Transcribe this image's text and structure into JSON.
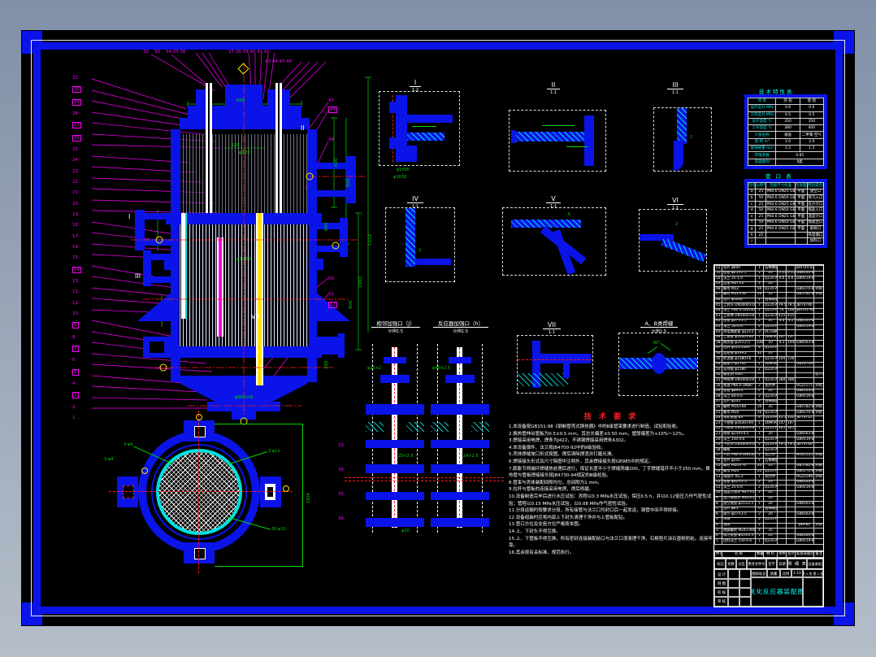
{
  "palette": {
    "accent_blue": "#0a14e8",
    "magenta": "#ff00ff",
    "green": "#00d400",
    "cyan": "#00ffff",
    "red": "#ff1a1a"
  },
  "main_view": {
    "left_items": [
      "31",
      "30",
      "29",
      "28",
      "27",
      "26",
      "25",
      "24",
      "23",
      "22",
      "21",
      "20",
      "19",
      "18",
      "17",
      "16",
      "15",
      "14",
      "13",
      "12",
      "11",
      "10",
      "9",
      "8",
      "7",
      "6",
      "5",
      "4",
      "3",
      "2",
      "1"
    ],
    "top_items_1": "32    33    34 35 36",
    "top_items_2": "37 38 39 40 41 42",
    "top_items_3": "43 44 45 46",
    "right_items": [
      "47",
      "48",
      "49",
      "50",
      "51",
      "52"
    ],
    "marks": {
      "m1": "I",
      "m2": "II",
      "m3": "III",
      "m7": "VII"
    },
    "dims": {
      "d600": "600",
      "d900": "900",
      "d1900": "1900",
      "d5110": "5110",
      "d650": "650",
      "d320": "320",
      "d1200": "φ1200",
      "d640": "640",
      "d800": "800",
      "d300": "300",
      "outlet": "φ600×8",
      "top_dia": "φ120"
    }
  },
  "details": [
    {
      "num": "I",
      "scale": "1:2"
    },
    {
      "num": "II",
      "scale": "1:1"
    },
    {
      "num": "III",
      "scale": "1:1"
    },
    {
      "num": "IV",
      "scale": "1:1"
    },
    {
      "num": "V",
      "scale": "1:1"
    },
    {
      "num": "VI",
      "scale": "1:1"
    },
    {
      "num": "VII",
      "scale": "1:1"
    },
    {
      "num": "A、B类焊缝",
      "scale": "比例1:5"
    }
  ],
  "detail_dims": {
    "i_d1": "φ1590",
    "i_d2": "φ1630",
    "ab_angle": "60°",
    "small2": "2",
    "small6": "6"
  },
  "tube_views": {
    "left": {
      "title": "相邻加强口（J）",
      "scale": "比例1:5",
      "l1": "φ25×2",
      "l2": "25×2.5",
      "l3": "φ10"
    },
    "right": {
      "title": "反应器加强口（h）",
      "scale": "比例1:5",
      "l1": "φ45×2.5",
      "l2": "24×2.5"
    },
    "callouts": [
      "33",
      "34",
      "35",
      "36"
    ]
  },
  "circle_view": {
    "lab1": "3-φ4",
    "lab2": "3-φ4",
    "lab3": "3-φ11",
    "lab4": "30-φ11",
    "dim": "1900"
  },
  "tech_table": {
    "title": "技术特性表",
    "headers": [
      "项  目",
      "壳 程",
      "管 程"
    ],
    "rows": [
      [
        "设计压力 MPa",
        "0.6",
        "0.6"
      ],
      [
        "工作压力 MPa",
        "0.5",
        "0.5"
      ],
      [
        "设计温度 ℃",
        "350",
        "350"
      ],
      [
        "工作温度 ℃",
        "380",
        "400"
      ],
      [
        "介质名称",
        "熔盐",
        "二甲苯·空气"
      ],
      [
        "容 积 m³",
        "2.0",
        "2.0"
      ],
      [
        "腐蚀裕量 mm",
        "1.5",
        "1.5"
      ]
    ],
    "merged": [
      [
        "焊缝系数",
        "0.85"
      ],
      [
        "容器类别",
        "Ⅱ类"
      ]
    ]
  },
  "nozzle_table": {
    "title": "管 口 表",
    "headers": [
      "符号",
      "公称尺寸",
      "连接尺寸标准",
      "连接面形式",
      "用途或名称"
    ],
    "rows": [
      [
        "a",
        "25",
        "PN0.6 DN25 GB9119",
        "平面",
        "放空口"
      ],
      [
        "b",
        "50",
        "PN0.6 DN50 GB9119",
        "平面",
        "蒸汽入口"
      ],
      [
        "c",
        "25",
        "PN0.6 DN25 GB9119",
        "平面",
        "压力计口"
      ],
      [
        "d",
        "50",
        "PN0.6 DN50 GB9119",
        "平面",
        "熔盐入口"
      ],
      [
        "e",
        "25",
        "PN0.6 DN25 GB9119",
        "平面",
        "温度计口"
      ],
      [
        "f",
        "50",
        "PN0.6 DN50 GB9119",
        "平面",
        "熔盐出口"
      ],
      [
        "g",
        "25",
        "PN0.6 DN25 GB9119",
        "平面",
        "取样口"
      ],
      [
        "h",
        "25",
        "",
        "",
        "热电偶口"
      ],
      [
        "j",
        "",
        "",
        "",
        "加料口"
      ]
    ]
  },
  "bom": {
    "header": [
      "件号",
      "名  称",
      "数量",
      "材 料",
      "单件",
      "总计",
      "标准或规范",
      "备注"
    ],
    "rows": [
      [
        "52",
        "垫片 φ600",
        "1",
        "石棉橡胶板",
        "",
        "",
        "JB4704-92",
        ""
      ],
      [
        "51",
        "接管 φ25×2.5",
        "1",
        "20",
        "0.15",
        "0.15",
        "GB8163-87",
        ""
      ],
      [
        "50",
        "法兰 25-1.0",
        "1",
        "Q235-A",
        "0.6",
        "0.6",
        "GB9119-88",
        ""
      ],
      [
        "49",
        "丝堵 M27×2",
        "1",
        "20",
        "",
        "",
        "",
        ""
      ],
      [
        "48",
        "螺母 M12",
        "56",
        "Q235-A",
        "",
        "",
        "GB6170-86",
        "外购"
      ],
      [
        "47",
        "螺栓 M12×50",
        "56",
        "35",
        "",
        "",
        "GB5782-86",
        "外购"
      ],
      [
        "46",
        "垫片 φ1630",
        "2",
        "石棉橡胶板",
        "",
        "",
        "",
        ""
      ],
      [
        "45",
        "上封头 DN1600×10",
        "1",
        "Q235-A",
        "79.5",
        "79.5",
        "JB/T4746",
        ""
      ],
      [
        "44",
        "法兰 PN0.6 DN1600",
        "2",
        "Q235-A",
        "74",
        "148",
        "JB4701-92",
        ""
      ],
      [
        "43",
        "上筒体 DN1600×8",
        "1",
        "Q235-A",
        "415",
        "415",
        "",
        ""
      ],
      [
        "42",
        "接管 φ57×3.5",
        "2",
        "20",
        "4.6",
        "9.2",
        "GB8163-87",
        ""
      ],
      [
        "41",
        "法兰 50-0.6",
        "2",
        "Q235-A",
        "",
        "",
        "GB9119-88",
        ""
      ],
      [
        "40",
        "热电偶套管 φ22×2",
        "3",
        "0Cr18Ni9",
        "",
        "",
        "",
        ""
      ],
      [
        "39",
        "上管板 φ1630×60",
        "1",
        "16MnR",
        "147",
        "147",
        "",
        ""
      ],
      [
        "38",
        "换热管 φ25×2.5",
        "336",
        "10",
        "4.3",
        "1445",
        "GB8163-87",
        ""
      ],
      [
        "37",
        "拉杆 φ12×1000",
        "8",
        "Q235-A",
        "",
        "",
        "",
        ""
      ],
      [
        "36",
        "定距管 φ19×2",
        "32",
        "10",
        "",
        "",
        "",
        ""
      ],
      [
        "35",
        "折流板 φ1580×6",
        "7",
        "Q235-A",
        "104",
        "728",
        "",
        ""
      ],
      [
        "34",
        "膨胀节 φ1700",
        "1",
        "16MnR",
        "",
        "",
        "GB16749-97",
        ""
      ],
      [
        "33",
        "支持板 φ1580",
        "2",
        "Q235-A",
        "",
        "",
        "",
        ""
      ],
      [
        "32",
        "催化剂 V₂O₅",
        "—",
        "",
        "",
        "",
        "",
        "装入管内"
      ],
      [
        "31",
        "中筒体 DN1600×8",
        "1",
        "Q235-A",
        "388",
        "388",
        "",
        ""
      ],
      [
        "30",
        "视镜 PN0.6 DN80",
        "2",
        "组合件",
        "",
        "",
        "HG21575",
        "外购"
      ],
      [
        "29",
        "接管 φ89×4",
        "2",
        "20",
        "",
        "",
        "GB8163-87",
        ""
      ],
      [
        "28",
        "法兰 80-0.6",
        "2",
        "Q235-A",
        "",
        "",
        "GB9119-88",
        ""
      ],
      [
        "27",
        "垫片 φ145",
        "4",
        "石棉橡胶板",
        "",
        "",
        "",
        ""
      ],
      [
        "26",
        "螺栓 M16×60",
        "16",
        "35",
        "",
        "",
        "GB5782-86",
        "外购"
      ],
      [
        "25",
        "螺母 M16",
        "16",
        "Q235-A",
        "",
        "",
        "GB6170-86",
        "外购"
      ],
      [
        "24",
        "耳式支座 B3",
        "4",
        "Q235-A",
        "25.5",
        "102",
        "JB/T4712",
        ""
      ],
      [
        "23",
        "下管板 φ1630×60",
        "1",
        "16MnR",
        "147",
        "147",
        "",
        ""
      ],
      [
        "22",
        "下筒体 DN1600×8",
        "1",
        "Q235-A",
        "305",
        "305",
        "",
        ""
      ],
      [
        "21",
        "接管 φ159×4.5",
        "1",
        "20",
        "",
        "",
        "GB8163-87",
        ""
      ],
      [
        "20",
        "法兰 150-0.6",
        "1",
        "Q235-A",
        "",
        "",
        "GB9119-88",
        ""
      ],
      [
        "19",
        "下封头 DN1600×10",
        "1",
        "Q235-A",
        "79.5",
        "79.5",
        "JB/T4746",
        ""
      ],
      [
        "18",
        "栅板",
        "1",
        "Q235-A",
        "",
        "",
        "",
        ""
      ],
      [
        "17",
        "人孔 PN0.6 DN450",
        "1",
        "组合件",
        "",
        "",
        "HG21515",
        "外购"
      ],
      [
        "16",
        "垫片 φ505",
        "1",
        "石棉橡胶板",
        "",
        "",
        "",
        ""
      ],
      [
        "15",
        "螺栓 M20×70",
        "20",
        "35",
        "",
        "",
        "GB5782-86",
        "外购"
      ],
      [
        "14",
        "螺母 M20",
        "20",
        "Q235-A",
        "",
        "",
        "GB6170-86",
        "外购"
      ],
      [
        "13",
        "液面计 AG-2",
        "1",
        "组合件",
        "",
        "",
        "HG21590",
        "外购"
      ],
      [
        "12",
        "接管 φ32×3.5",
        "2",
        "20",
        "",
        "",
        "GB8163-87",
        ""
      ],
      [
        "11",
        "法兰 25-0.6",
        "2",
        "Q235-A",
        "",
        "",
        "GB9119-88",
        ""
      ],
      [
        "10",
        "温度计接头 M27×2",
        "1",
        "20",
        "",
        "",
        "",
        ""
      ],
      [
        "9",
        "压力表接头 M20×1.5",
        "1",
        "20",
        "",
        "",
        "",
        ""
      ],
      [
        "8",
        "放空接管 φ25×2.5",
        "1",
        "20",
        "",
        "",
        "GB8163-87",
        ""
      ],
      [
        "7",
        "垫片 φ65",
        "6",
        "石棉橡胶板",
        "",
        "",
        "",
        ""
      ],
      [
        "6",
        "短节 φ57×3.5",
        "2",
        "20",
        "",
        "",
        "GB8163-87",
        ""
      ],
      [
        "5",
        "吊耳",
        "2",
        "Q235-A",
        "",
        "",
        "",
        ""
      ],
      [
        "4",
        "铭牌",
        "1",
        "",
        "",
        "",
        "JB8-82",
        "外购"
      ],
      [
        "3",
        "地脚螺栓 M24×400",
        "4",
        "35",
        "",
        "",
        "",
        ""
      ],
      [
        "2",
        "排污接管 φ45×2.5",
        "1",
        "20",
        "",
        "",
        "GB8163-87",
        ""
      ],
      [
        "1",
        "出料法兰 150-0.6",
        "1",
        "Q235-A",
        "",
        "",
        "GB9119-88",
        ""
      ]
    ]
  },
  "band": {
    "c1": "标记",
    "c2": "处数",
    "c3": "分区",
    "c4": "更改文件号",
    "c5": "签字",
    "c6": "日期",
    "center": "明 细 表",
    "right": "化工设备课程设计"
  },
  "title_block": {
    "r1": "设 计",
    "r2": "制 图",
    "r3": "校 核",
    "r4": "审 核",
    "mark_label": "图样标记",
    "mass_label": "质量",
    "scale_label": "比例",
    "scale": "1:10",
    "title": "氧化反应器装配图",
    "sheet": "共 1 张  第 1 张"
  },
  "tech_req": {
    "title": "技 术 要 求",
    "items": [
      "1.本设备按GB151-98《钢制管壳式换热器》中的Ⅱ级管束要求进行制造、试验和验收。",
      "2.换热管伸出管板为0.5±0.5 mm，其总长偏差±0.50 mm，壁厚偏差为+10%～12%。",
      "3.焊接采用电焊，焊条为J422，不锈钢焊接采用焊条A302。",
      "4.本设备锻件、法兰按JB4700-92中的Ⅱ级验收。",
      "5.壳体焊缝坡口形式按图，焊后清除焊渣并打磨光滑。",
      "6.焊接接头形式及尺寸除图中注明外，其余焊接接头按GB985中的规定。",
      "7.膨胀节两端环焊缝热处理后进行，保证长度不小于焊缝两端200，丁字焊缝错开不小于250 mm，换热管与管板焊接接头按JB4730-94规定的Ⅲ级检验。",
      "8.管束与壳体装配间隙均匀，总间隙为1 mm。",
      "9.拉杆与管板的连接采用电焊，焊后修磨。",
      "10.设备制造完毕后进行水压试验：壳程以0.3 MPa水压试验，保压0.5 h，并以0.12倍压力作气密性试验；管程以0.15 MPa水压试验，以0.08 MPa作气密性试验。",
      "11.分段运输时按要求分段，所有接管与法兰口均封口后一起发运，钢管中间不得拼接。",
      "12.设备组装时应将内部上下封头清理干净并与上管板配钻。",
      "13.管口方位及支座方位严格按本图。",
      "14.上、下封头不得互换。",
      "15.上、下管板不得互换，所有密封连接装配前口与法兰口须清理干净，石棉垫片涂石墨粉防粘，连接牢靠。",
      "16.其余按有关标准、规范执行。"
    ]
  }
}
